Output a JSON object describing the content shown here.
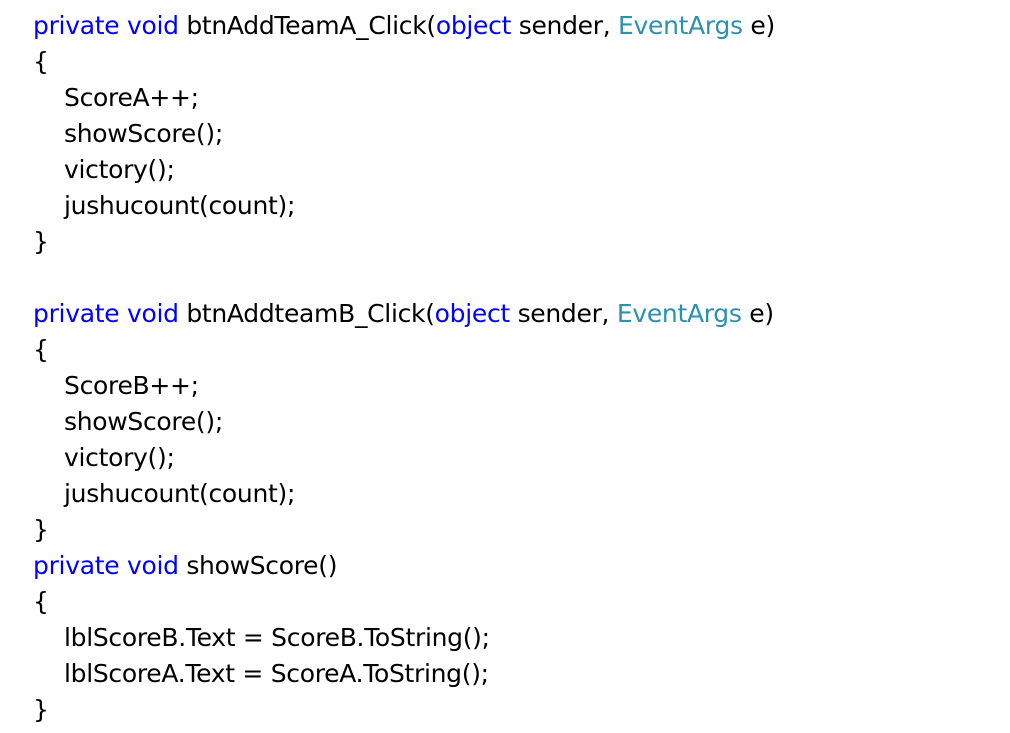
{
  "colors": {
    "keyword": "#0000ff",
    "type": "#2b91af",
    "plain": "#000000",
    "background": "#ffffff"
  },
  "code": {
    "lines": [
      {
        "indent": false,
        "tokens": [
          {
            "t": "private",
            "k": "keyword"
          },
          {
            "t": " ",
            "k": "plain"
          },
          {
            "t": "void",
            "k": "keyword"
          },
          {
            "t": " btnAddTeamA_Click(",
            "k": "plain"
          },
          {
            "t": "object",
            "k": "keyword"
          },
          {
            "t": " sender, ",
            "k": "plain"
          },
          {
            "t": "EventArgs",
            "k": "type"
          },
          {
            "t": " e)",
            "k": "plain"
          }
        ]
      },
      {
        "indent": false,
        "tokens": [
          {
            "t": "{",
            "k": "plain"
          }
        ]
      },
      {
        "indent": true,
        "tokens": [
          {
            "t": "ScoreA++;",
            "k": "plain"
          }
        ]
      },
      {
        "indent": true,
        "tokens": [
          {
            "t": "showScore();",
            "k": "plain"
          }
        ]
      },
      {
        "indent": true,
        "tokens": [
          {
            "t": "victory();",
            "k": "plain"
          }
        ]
      },
      {
        "indent": true,
        "tokens": [
          {
            "t": "jushucount(count);",
            "k": "plain"
          }
        ]
      },
      {
        "indent": false,
        "tokens": [
          {
            "t": "}",
            "k": "plain"
          }
        ]
      },
      {
        "indent": false,
        "tokens": []
      },
      {
        "indent": false,
        "tokens": [
          {
            "t": "private",
            "k": "keyword"
          },
          {
            "t": " ",
            "k": "plain"
          },
          {
            "t": "void",
            "k": "keyword"
          },
          {
            "t": " btnAddteamB_Click(",
            "k": "plain"
          },
          {
            "t": "object",
            "k": "keyword"
          },
          {
            "t": " sender, ",
            "k": "plain"
          },
          {
            "t": "EventArgs",
            "k": "type"
          },
          {
            "t": " e)",
            "k": "plain"
          }
        ]
      },
      {
        "indent": false,
        "tokens": [
          {
            "t": "{",
            "k": "plain"
          }
        ]
      },
      {
        "indent": true,
        "tokens": [
          {
            "t": "ScoreB++;",
            "k": "plain"
          }
        ]
      },
      {
        "indent": true,
        "tokens": [
          {
            "t": "showScore();",
            "k": "plain"
          }
        ]
      },
      {
        "indent": true,
        "tokens": [
          {
            "t": "victory();",
            "k": "plain"
          }
        ]
      },
      {
        "indent": true,
        "tokens": [
          {
            "t": "jushucount(count);",
            "k": "plain"
          }
        ]
      },
      {
        "indent": false,
        "tokens": [
          {
            "t": "}",
            "k": "plain"
          }
        ]
      },
      {
        "indent": false,
        "tokens": [
          {
            "t": "private",
            "k": "keyword"
          },
          {
            "t": " ",
            "k": "plain"
          },
          {
            "t": "void",
            "k": "keyword"
          },
          {
            "t": " showScore()",
            "k": "plain"
          }
        ]
      },
      {
        "indent": false,
        "tokens": [
          {
            "t": "{",
            "k": "plain"
          }
        ]
      },
      {
        "indent": true,
        "tokens": [
          {
            "t": "lblScoreB.Text = ScoreB.ToString();",
            "k": "plain"
          }
        ]
      },
      {
        "indent": true,
        "tokens": [
          {
            "t": "lblScoreA.Text = ScoreA.ToString();",
            "k": "plain"
          }
        ]
      },
      {
        "indent": false,
        "tokens": [
          {
            "t": "}",
            "k": "plain"
          }
        ]
      }
    ]
  }
}
